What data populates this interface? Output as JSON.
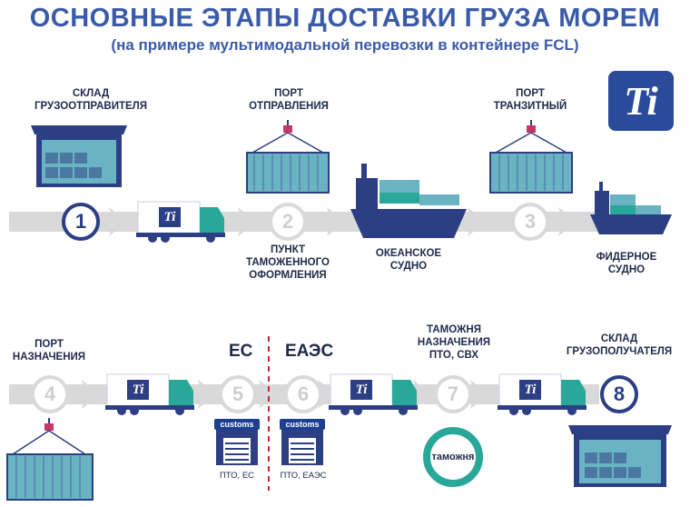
{
  "title": "ОСНОВНЫЕ ЭТАПЫ ДОСТАВКИ ГРУЗА МОРЕМ",
  "subtitle": "(на примере мультимодальной перевозки в контейнере FCL)",
  "logo_text": "Ti",
  "truck_logo": "Ti",
  "colors": {
    "brand": "#3a5ba8",
    "dark_navy": "#2c3f85",
    "teal": "#29a89a",
    "arrow_grey": "#d9d9d9"
  },
  "labels": {
    "shipper_warehouse": [
      "СКЛАД",
      "ГРУЗООТПРАВИТЕЛЯ"
    ],
    "departure_port": [
      "ПОРТ",
      "ОТПРАВЛЕНИЯ"
    ],
    "transit_port": [
      "ПОРТ",
      "ТРАНЗИТНЫЙ"
    ],
    "customs_point": [
      "ПУНКТ",
      "ТАМОЖЕННОГО",
      "ОФОРМЛЕНИЯ"
    ],
    "ocean_vessel": [
      "ОКЕАНСКОЕ",
      "СУДНО"
    ],
    "feeder_vessel": [
      "ФИДЕРНОЕ",
      "СУДНО"
    ],
    "destination_port": [
      "ПОРТ",
      "НАЗНАЧЕНИЯ"
    ],
    "destination_customs": [
      "ТАМОЖНЯ",
      "НАЗНАЧЕНИЯ",
      "ПТО, СВХ"
    ],
    "consignee_warehouse": [
      "СКЛАД",
      "ГРУЗОПОЛУЧАТЕЛЯ"
    ]
  },
  "zones": {
    "eu": "ЕС",
    "eaeu": "ЕАЭС"
  },
  "steps": [
    "1",
    "2",
    "3",
    "4",
    "5",
    "6",
    "7",
    "8"
  ],
  "customs_label": "customs",
  "pto_eu": "ПТО, ЕС",
  "pto_eaeu": "ПТО, ЕАЭС",
  "tamozhnya": "таможня"
}
